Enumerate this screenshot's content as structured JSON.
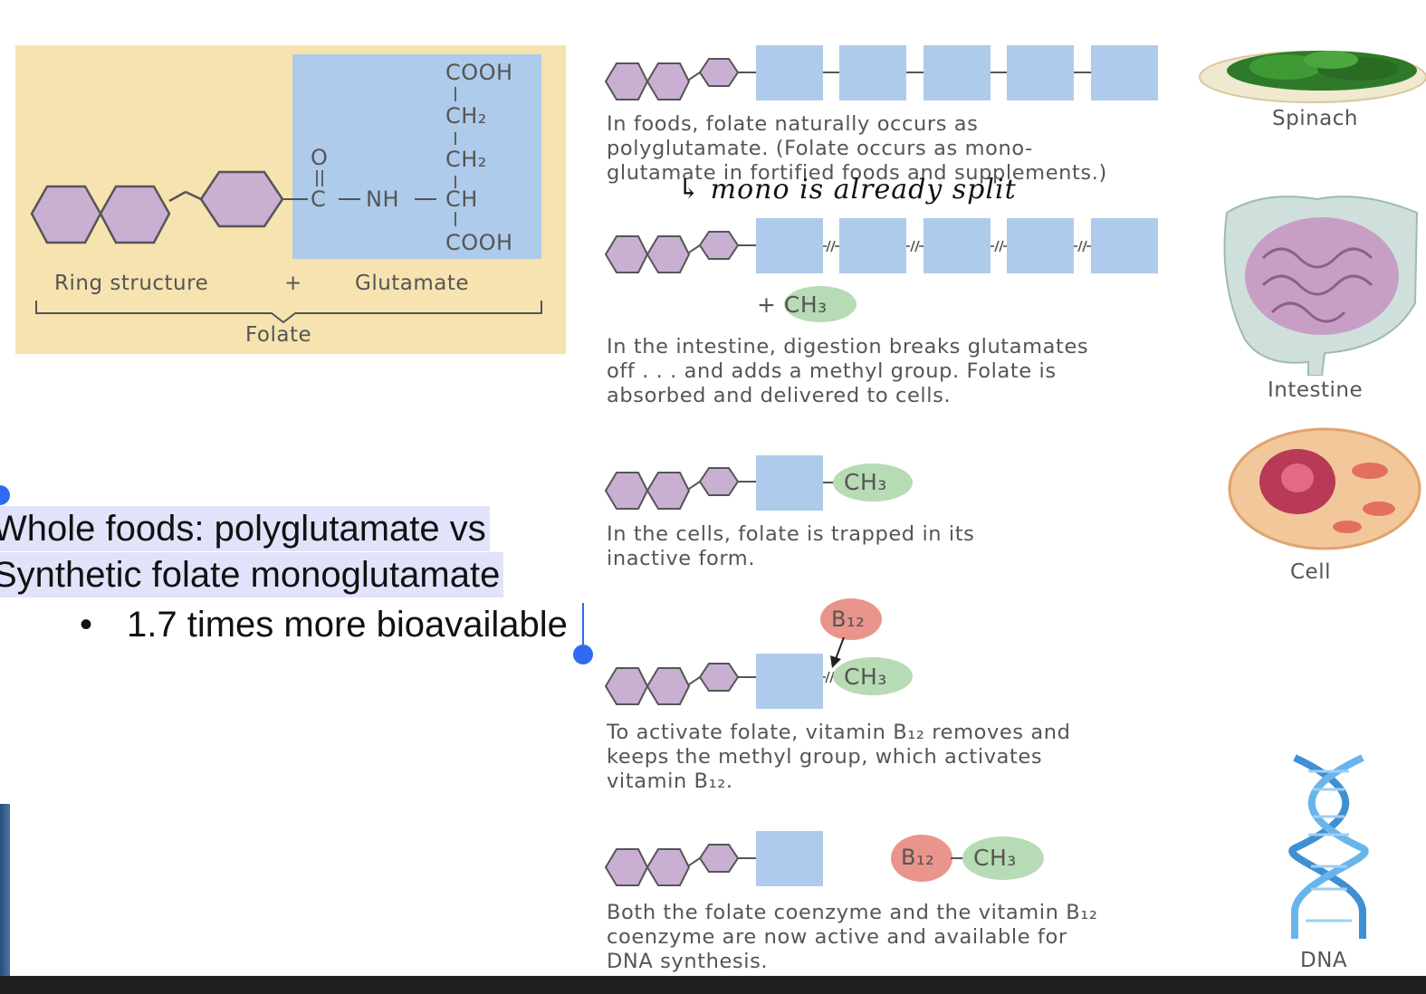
{
  "figure": {
    "structure_panel": {
      "groups": [
        "COOH",
        "CH₂",
        "CH₂",
        "CH",
        "COOH"
      ],
      "carbonyl_o": "O",
      "carbonyl_c": "C",
      "amide": "NH",
      "ring_label": "Ring structure",
      "plus": "+",
      "glutamate_label": "Glutamate",
      "folate_label": "Folate"
    },
    "steps": [
      {
        "text_lines": [
          "In foods, folate naturally occurs as",
          "polyglutamate. (Folate occurs as mono-",
          "glutamate in fortified foods and supplements.)"
        ]
      },
      {
        "addition": "+ CH₃",
        "text_lines": [
          "In the intestine, digestion breaks glutamates",
          "off . . .  and adds a methyl group. Folate is",
          "absorbed and delivered to cells."
        ]
      },
      {
        "text_lines": [
          "In the cells, folate is trapped in its",
          "inactive form."
        ]
      },
      {
        "text_lines": [
          "To activate folate, vitamin B₁₂ removes and",
          "keeps the methyl group, which activates",
          "vitamin B₁₂."
        ]
      },
      {
        "text_lines": [
          "Both the folate coenzyme and the vitamin B₁₂",
          "coenzyme are now active and available for",
          "DNA synthesis."
        ]
      }
    ],
    "badges": {
      "methyl": "CH₃",
      "b12": "B₁₂"
    },
    "images": [
      "Spinach",
      "Intestine",
      "Cell",
      "DNA"
    ],
    "handwritten_note": "↳ mono is already split"
  },
  "notes": {
    "line1": "Whole foods: polyglutamate vs",
    "line2": "Synthetic folate monoglutamate",
    "bullet_symbol": "•",
    "bullet": "1.7 times more bioavailable"
  },
  "colors": {
    "ring_fill": "#c9b0d3",
    "ring_stroke": "#555555",
    "glutamate_fill": "#aecbeb",
    "panel_bg": "#f6e3b0",
    "methyl_fill": "#b7dbb4",
    "b12_fill": "#e9958b",
    "selection": "#e1e3fa",
    "handle": "#2e6bf0"
  }
}
